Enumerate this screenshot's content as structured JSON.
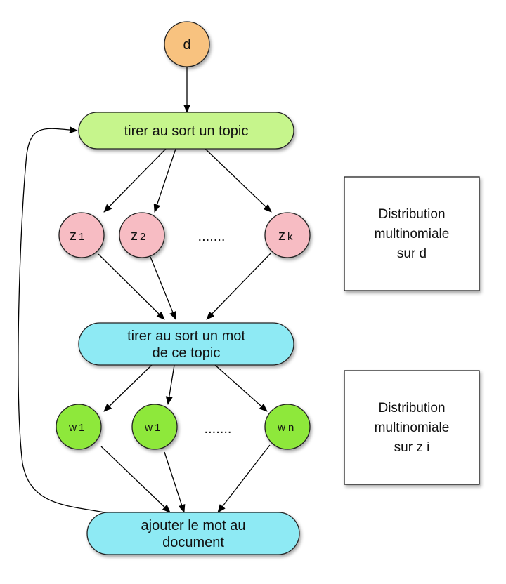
{
  "nodes": {
    "d": {
      "label": "d"
    },
    "draw_topic": {
      "label": "tirer au sort un topic"
    },
    "z1": {
      "base": "z",
      "index": "1"
    },
    "z2": {
      "base": "z",
      "index": "2"
    },
    "z_ellipsis": {
      "label": "......."
    },
    "zk": {
      "base": "z",
      "index": "k"
    },
    "draw_word": {
      "line1": "tirer au sort un mot",
      "line2": "de ce topic"
    },
    "w1a": {
      "base": "w",
      "index": "1"
    },
    "w1b": {
      "base": "w",
      "index": "1"
    },
    "w_ellipsis": {
      "label": "......."
    },
    "wn": {
      "base": "w",
      "index": "n"
    },
    "add_word": {
      "line1": "ajouter le mot au",
      "line2": "document"
    }
  },
  "boxes": {
    "topic_distribution": {
      "line1": "Distribution",
      "line2": "multinomiale",
      "line3": "sur d"
    },
    "word_distribution": {
      "line1": "Distribution",
      "line2": "multinomiale",
      "line3": "sur z i"
    }
  },
  "colors": {
    "d_fill": "#f8c27f",
    "topic_fill": "#c6f58c",
    "z_fill": "#f7bcc3",
    "word_fill": "#8eeaf4",
    "w_fill": "#8ee83a"
  }
}
